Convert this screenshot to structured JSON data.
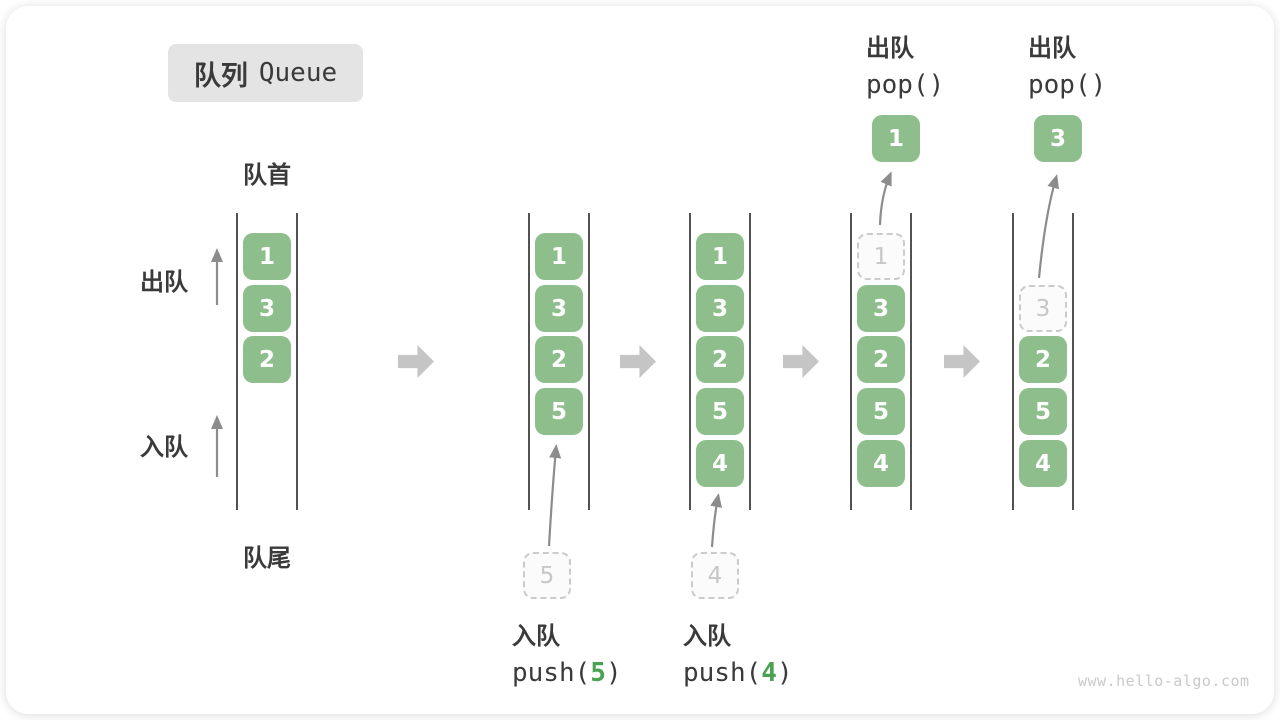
{
  "title": {
    "zh": "队列",
    "en": "Queue"
  },
  "side_labels": {
    "front": "队首",
    "rear": "队尾",
    "dequeue": "出队",
    "enqueue": "入队"
  },
  "watermark": "www.hello-algo.com",
  "colors": {
    "green": "#8FBE8D",
    "green_dark": "#4AA251",
    "wall": "#525252",
    "block_arrow": "#C5C5C5",
    "thin_arrow": "#8C8C8C",
    "dashed_border": "#CBCBCB",
    "dashed_text": "#C6C6C6",
    "text_dark": "#3A3A3A",
    "title_bg": "#E4E4E4",
    "watermark_col": "#C9C9C9"
  },
  "states": [
    {
      "cells": [
        {
          "slot": 0,
          "value": "1",
          "kind": "solid"
        },
        {
          "slot": 1,
          "value": "3",
          "kind": "solid"
        },
        {
          "slot": 2,
          "value": "2",
          "kind": "solid"
        }
      ]
    },
    {
      "cells": [
        {
          "slot": 0,
          "value": "1",
          "kind": "solid"
        },
        {
          "slot": 1,
          "value": "3",
          "kind": "solid"
        },
        {
          "slot": 2,
          "value": "2",
          "kind": "solid"
        },
        {
          "slot": 3,
          "value": "5",
          "kind": "solid"
        }
      ],
      "bottom_op": {
        "label": "入队",
        "code_prefix": "push(",
        "arg": "5",
        "code_suffix": ")",
        "pending": "5"
      }
    },
    {
      "cells": [
        {
          "slot": 0,
          "value": "1",
          "kind": "solid"
        },
        {
          "slot": 1,
          "value": "3",
          "kind": "solid"
        },
        {
          "slot": 2,
          "value": "2",
          "kind": "solid"
        },
        {
          "slot": 3,
          "value": "5",
          "kind": "solid"
        },
        {
          "slot": 4,
          "value": "4",
          "kind": "solid"
        }
      ],
      "bottom_op": {
        "label": "入队",
        "code_prefix": "push(",
        "arg": "4",
        "code_suffix": ")",
        "pending": "4"
      }
    },
    {
      "cells": [
        {
          "slot": 0,
          "value": "1",
          "kind": "dashed"
        },
        {
          "slot": 1,
          "value": "3",
          "kind": "solid"
        },
        {
          "slot": 2,
          "value": "2",
          "kind": "solid"
        },
        {
          "slot": 3,
          "value": "5",
          "kind": "solid"
        },
        {
          "slot": 4,
          "value": "4",
          "kind": "solid"
        }
      ],
      "top_op": {
        "label": "出队",
        "code": "pop()",
        "popped": "1"
      }
    },
    {
      "cells": [
        {
          "slot": 1,
          "value": "3",
          "kind": "dashed"
        },
        {
          "slot": 2,
          "value": "2",
          "kind": "solid"
        },
        {
          "slot": 3,
          "value": "5",
          "kind": "solid"
        },
        {
          "slot": 4,
          "value": "4",
          "kind": "solid"
        }
      ],
      "top_op": {
        "label": "出队",
        "code": "pop()",
        "popped": "3"
      }
    }
  ]
}
